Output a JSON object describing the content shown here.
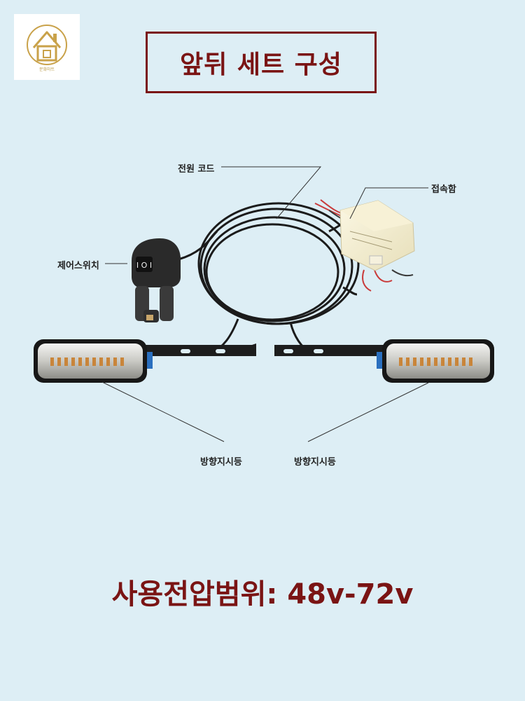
{
  "logo": {
    "text": "문화마트"
  },
  "header": {
    "title": "앞뒤 세트 구성"
  },
  "labels": {
    "power_cord": "전원 코드",
    "junction_box": "접속함",
    "control_switch": "제어스위치",
    "turn_signal_left": "방향지시등",
    "turn_signal_right": "방향지시등"
  },
  "footer": {
    "voltage_range": "사용전압범위: 48v-72v"
  },
  "colors": {
    "accent": "#7a1414",
    "background": "#ddeef5"
  }
}
